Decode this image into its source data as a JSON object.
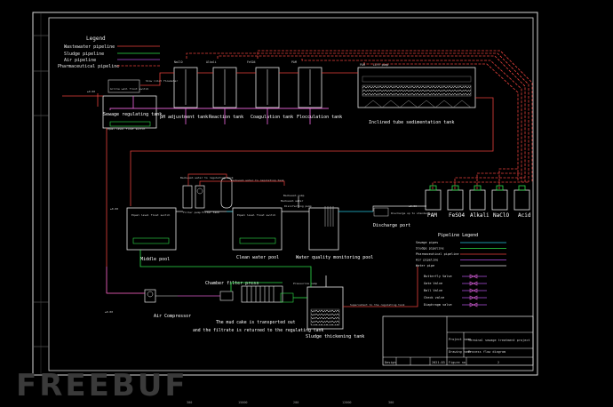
{
  "legend_top": {
    "title": "Legend",
    "items": [
      {
        "label": "Wastewater pipeline",
        "color": "#e8413c"
      },
      {
        "label": "Sludge pipeline",
        "color": "#2ee04a"
      },
      {
        "label": "Air pipeline",
        "color": "#b04fe0"
      },
      {
        "label": "Pharmaceutical pipeline",
        "color": "#e8413c"
      }
    ]
  },
  "tanks_top": {
    "sewage": "Sewage regulating tank",
    "ph": "pH adjustment tank",
    "reaction": "Reaction tank",
    "coagulation": "Coagulation tank",
    "flocculation": "Flocculation tank",
    "inclined": "Inclined tube sedimentation tank"
  },
  "chemicals": [
    "PAM",
    "FeSO4",
    "Alkali",
    "NaClO",
    "Acid"
  ],
  "tanks_mid": {
    "middle": "Middle pool",
    "clean": "Clean water pool",
    "monitoring": "Water quality monitoring pool",
    "discharge": "Discharge port"
  },
  "equipment": {
    "air_compressor": "Air Compressor",
    "filter_press": "Chamber filter press",
    "sludge_thickening": "Sludge thickening tank"
  },
  "note": [
    "The mud cake is transported out",
    "and the filtrate is returned to the regulating tank"
  ],
  "pipe_legend": {
    "title": "Pipeline Legend",
    "pipes": [
      {
        "label": "Sewage pipes",
        "color": "#27c6e0"
      },
      {
        "label": "Sludge pipeline",
        "color": "#2ee04a"
      },
      {
        "label": "Pharmaceutical pipeline",
        "color": "#e8413c"
      },
      {
        "label": "Air pipeline",
        "color": "#b04fe0"
      },
      {
        "label": "Water pipe",
        "color": "#e0e0e0"
      }
    ],
    "valves": [
      "Butterfly Valve",
      "Gate Valve",
      "Ball Valve",
      "Check valve",
      "Diaphragm valve"
    ]
  },
  "title_block": {
    "project_label": "Project name",
    "project_value": "Terminal sewage treatment project",
    "drawing_label": "Drawing name",
    "drawing_value": "Process flow diagram",
    "design_label": "Design",
    "date": "2021.03",
    "figure_label": "Figure no.",
    "sheet": "2"
  },
  "watermark": "FREEBUF"
}
